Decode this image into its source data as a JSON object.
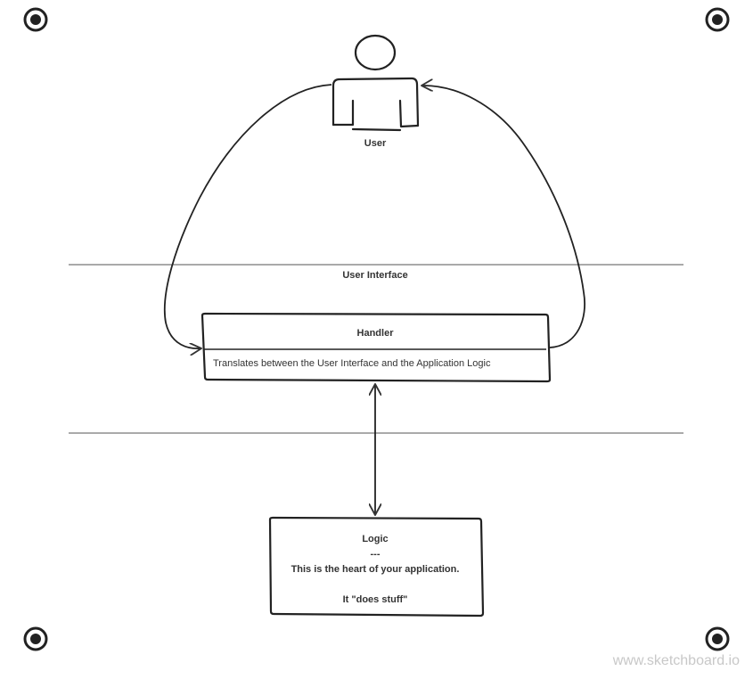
{
  "diagram": {
    "user": {
      "label": "User"
    },
    "layer": {
      "label": "User Interface"
    },
    "handler": {
      "title": "Handler",
      "description": "Translates between the User Interface and the Application Logic"
    },
    "logic": {
      "title": "Logic",
      "separator": "---",
      "line1": "This is the heart of your application.",
      "line2": "",
      "line3": "It \"does stuff\""
    }
  },
  "watermark": "www.sketchboard.io",
  "colors": {
    "stroke": "#333333",
    "divider": "#555555",
    "watermark": "#c8c8c8"
  },
  "icons": {
    "corner": "target-icon",
    "actor": "user-icon"
  }
}
